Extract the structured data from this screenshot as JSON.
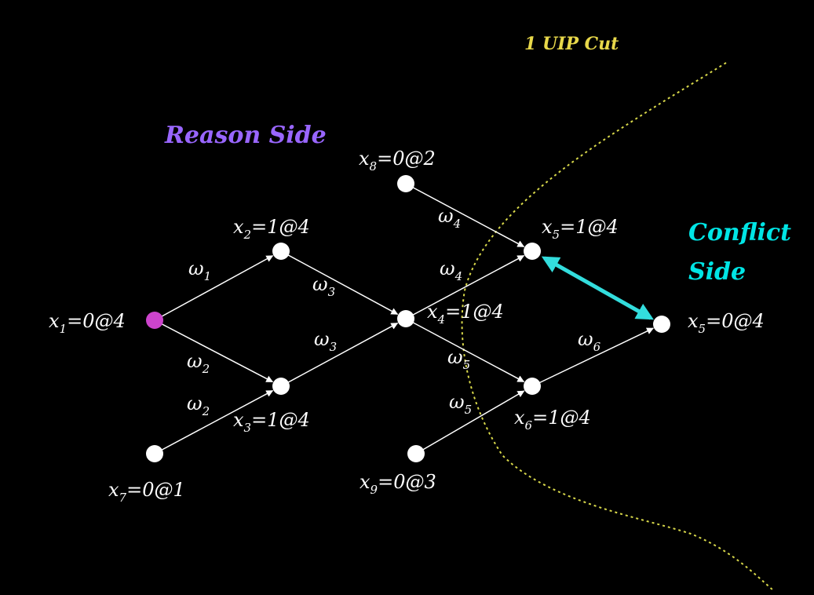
{
  "colors": {
    "background": "#000000",
    "edge": "#ffffff",
    "node": "#ffffff",
    "decision_node": "#cc44cc",
    "reason_side": "#9966ff",
    "conflict_side": "#00e5e5",
    "cut": "#d8d84a",
    "conflict_arrow": "#33dddd"
  },
  "labels": {
    "cut_title": "1 UIP Cut",
    "reason_side": "Reason Side",
    "conflict_side_line1": "Conflict",
    "conflict_side_line2": "Side"
  },
  "nodes": [
    {
      "id": "x1",
      "var": "x",
      "sub": "1",
      "value": "=0@4",
      "decision": true
    },
    {
      "id": "x2",
      "var": "x",
      "sub": "2",
      "value": "=1@4"
    },
    {
      "id": "x3",
      "var": "x",
      "sub": "3",
      "value": "=1@4"
    },
    {
      "id": "x4",
      "var": "x",
      "sub": "4",
      "value": "=1@4"
    },
    {
      "id": "x5",
      "var": "x",
      "sub": "5",
      "value": "=1@4"
    },
    {
      "id": "x5b",
      "var": "x",
      "sub": "5",
      "value": "=0@4"
    },
    {
      "id": "x6",
      "var": "x",
      "sub": "6",
      "value": "=1@4"
    },
    {
      "id": "x7",
      "var": "x",
      "sub": "7",
      "value": "=0@1"
    },
    {
      "id": "x8",
      "var": "x",
      "sub": "8",
      "value": "=0@2"
    },
    {
      "id": "x9",
      "var": "x",
      "sub": "9",
      "value": "=0@3"
    }
  ],
  "edges": [
    {
      "from": "x1",
      "to": "x2",
      "sym": "ω",
      "sub": "1"
    },
    {
      "from": "x1",
      "to": "x3",
      "sym": "ω",
      "sub": "2"
    },
    {
      "from": "x7",
      "to": "x3",
      "sym": "ω",
      "sub": "2"
    },
    {
      "from": "x2",
      "to": "x4",
      "sym": "ω",
      "sub": "3"
    },
    {
      "from": "x3",
      "to": "x4",
      "sym": "ω",
      "sub": "3"
    },
    {
      "from": "x8",
      "to": "x5",
      "sym": "ω",
      "sub": "4"
    },
    {
      "from": "x4",
      "to": "x5",
      "sym": "ω",
      "sub": "4"
    },
    {
      "from": "x4",
      "to": "x6",
      "sym": "ω",
      "sub": "5"
    },
    {
      "from": "x9",
      "to": "x6",
      "sym": "ω",
      "sub": "5"
    },
    {
      "from": "x6",
      "to": "x5b",
      "sym": "ω",
      "sub": "6"
    }
  ],
  "conflict": {
    "between": [
      "x5",
      "x5b"
    ]
  }
}
